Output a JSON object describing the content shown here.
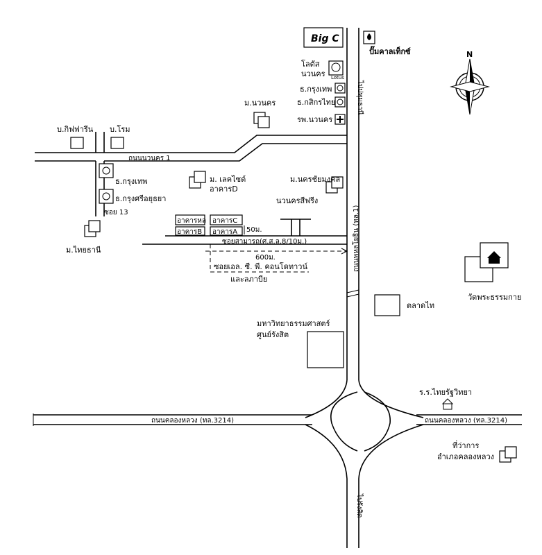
{
  "compass": {
    "north_label": "N"
  },
  "roads": {
    "phahonyothin_vertical": "ถนนพหลโยธิน (ทล.1)",
    "navanakorn": "ถนนนวนคร 1",
    "soi13": "ซอย 13",
    "soi_samakkhi": "ซอยสามารถ(ศ.ส.ล.8/10ม.)",
    "khlong_luang_left": "ถนนคลองหลวง (ทล.3214)",
    "khlong_luang_right": "ถนนคลองหลวง (ทล.3214)",
    "to_pathum": "ไปปทุมธานี",
    "to_rangsit": "ไปรังสิต"
  },
  "places": {
    "bigc": "Big C",
    "pump": "ปั๊มคาลเท็กซ์",
    "lotus_line1": "โลตัส",
    "lotus_line2": "นวนคร",
    "lotus_logo": "Lotus",
    "bangkok_bank_top": "ธ.กรุงเทพ",
    "kasikorn": "ธ.กสิกรไทย",
    "hospital": "รพ.นวนคร",
    "mu_navanakorn": "ม.นวนคร",
    "b_kittharin": "บ.กิฟฟารีน",
    "b_rom": "บ.โรม",
    "bangkok_bank_left": "ธ.กรุงเทพ",
    "krungsri": "ธ.กรุงศรีอยุธยา",
    "mu_lakeside": "ม. เลคไซด์",
    "building_d": "อาคารD",
    "mu_nakhon_mongkhon": "ม.นครชัยมงคล",
    "navanakorn_place": "นวนครสีฟรีง",
    "mu_thaithani": "ม.ไทยธานี",
    "bldg_main": "อาคารหล",
    "bldg_c": "อาคารC",
    "bldg_b": "อาคารB",
    "bldg_a": "อาคารA",
    "dist_50": "50ม.",
    "dist_600": "600ม.",
    "lpn_line1": "ซอยเอล. ซี. พี. คอนโดทาวน์",
    "lpn_line2": "และลภาบีย",
    "wat": "วัดพระธรรมกาย",
    "talad": "ตลาดไท",
    "university_line1": "มหาวิทยาธรรมศาสตร์",
    "university_line2": "ศูนย์รังสิต",
    "school": "ร.ร.ไทยรัฐวิทยา",
    "district_line1": "ที่ว่าการ",
    "district_line2": "อำเภอคลองหลวง"
  }
}
